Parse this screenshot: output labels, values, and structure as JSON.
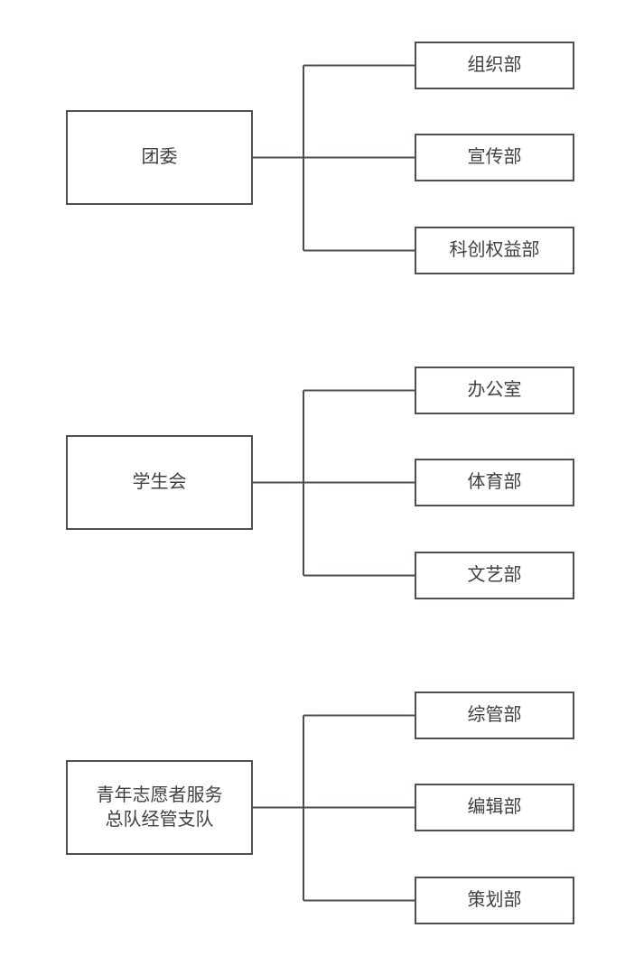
{
  "diagram": {
    "type": "org-chart",
    "background_color": "#ffffff",
    "stroke_color": "#4b4f56",
    "text_color": "#3f4145",
    "groups": [
      {
        "parent": {
          "label": "团委",
          "lines": [
            "团委",
            ""
          ]
        },
        "children": [
          "组织部",
          "宣传部",
          "科创权益部"
        ]
      },
      {
        "parent": {
          "label": "学生会",
          "lines": [
            "学生会",
            ""
          ]
        },
        "children": [
          "办公室",
          "体育部",
          "文艺部"
        ]
      },
      {
        "parent": {
          "label": "青年志愿者服务总队经管支队",
          "lines": [
            "青年志愿者服务",
            "总队经管支队"
          ]
        },
        "children": [
          "综管部",
          "编辑部",
          "策划部"
        ]
      }
    ]
  }
}
